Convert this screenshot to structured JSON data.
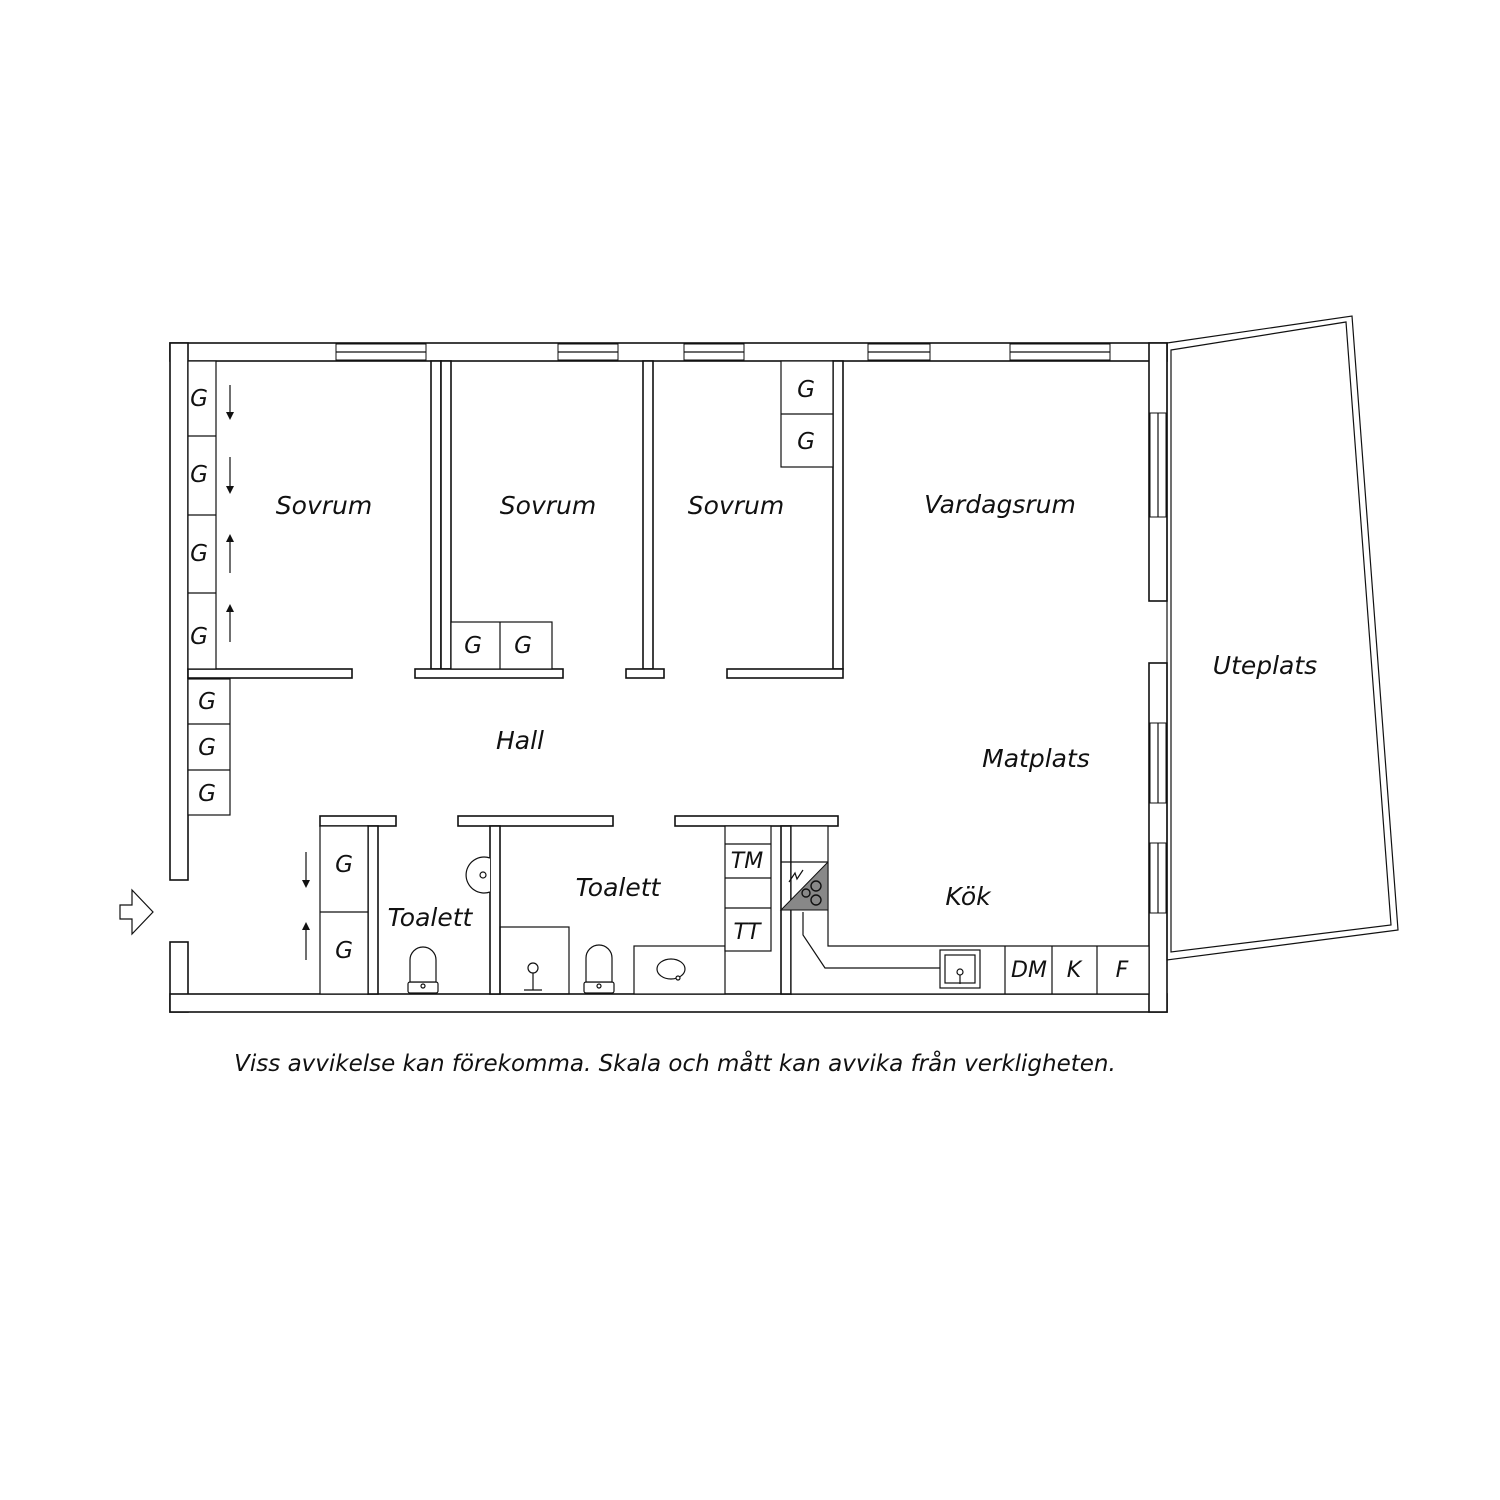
{
  "rooms": {
    "sovrum_1": "Sovrum",
    "sovrum_2": "Sovrum",
    "sovrum_3": "Sovrum",
    "vardagsrum": "Vardagsrum",
    "uteplats": "Uteplats",
    "hall": "Hall",
    "matplats": "Matplats",
    "kok": "Kök",
    "toalett_small": "Toalett",
    "toalett_large": "Toalett"
  },
  "cabinet_label": "G",
  "appliances": {
    "washing_machine": "TM",
    "dryer": "TT",
    "dishwasher": "DM",
    "fridge": "K",
    "freezer": "F"
  },
  "disclaimer": "Viss avvikelse kan förekomma. Skala och mått kan avvika från verkligheten."
}
